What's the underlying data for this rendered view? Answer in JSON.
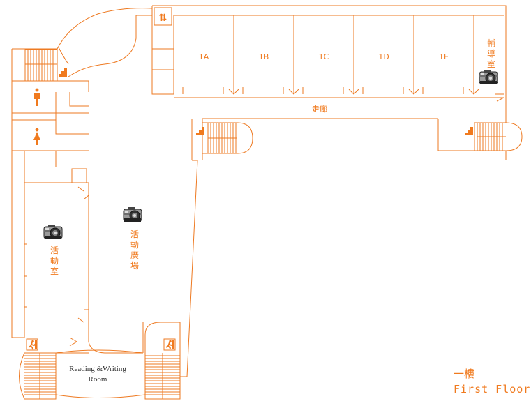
{
  "title": {
    "zh": "一樓",
    "en": "First Floor"
  },
  "rooms": {
    "r1a": "1A",
    "r1b": "1B",
    "r1c": "1C",
    "r1d": "1D",
    "r1e": "1E",
    "counseling": [
      "輔",
      "導",
      "室"
    ],
    "corridor": "走廊",
    "activity_room": [
      "活",
      "動",
      "室"
    ],
    "activity_plaza": [
      "活",
      "動",
      "廣",
      "場"
    ],
    "reading_room": [
      "Reading &Writing",
      "Room"
    ]
  },
  "icons": {
    "elevator": "elevator-icon",
    "male_restroom": "male-restroom-icon",
    "female_restroom": "female-restroom-icon",
    "camera": "camera-icon",
    "exit": "emergency-exit-icon",
    "stairs": "stairs-icon"
  },
  "colors": {
    "accent": "#ee7a22"
  }
}
